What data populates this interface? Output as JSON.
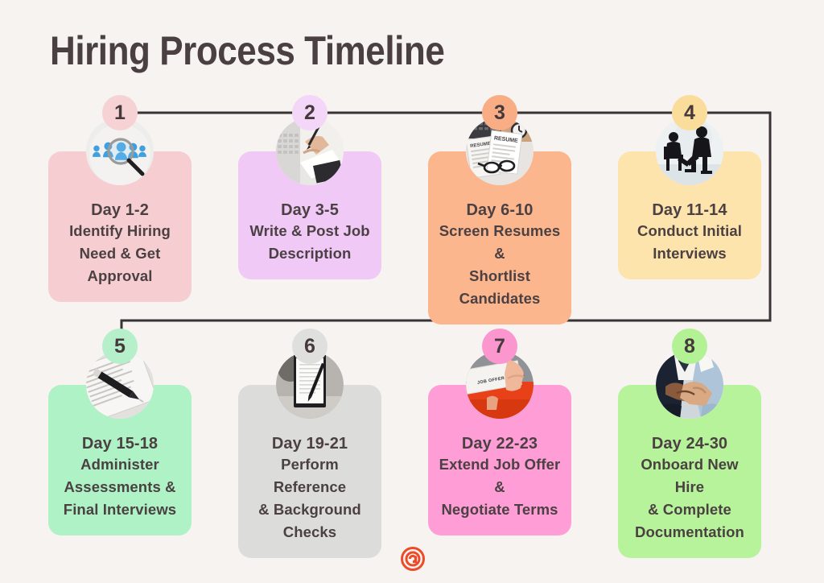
{
  "page": {
    "title": "Hiring Process Timeline",
    "background_color": "#f7f3f0",
    "text_color": "#4b4042",
    "connector_color": "#3a3335"
  },
  "logo": {
    "name": "circular-target-logo",
    "color": "#ef4a28"
  },
  "steps": [
    {
      "number": "1",
      "day": "Day 1-2",
      "description": "Identify Hiring\nNeed & Get\nApproval",
      "desc_lines": [
        "Identify Hiring",
        "Need & Get",
        "Approval"
      ],
      "card_color": "#f6ced2",
      "badge_color": "#f6d2d5",
      "icon": "magnifier-over-people-icon",
      "row": 1
    },
    {
      "number": "2",
      "day": "Day 3-5",
      "description": "Write & Post Job\nDescription",
      "desc_lines": [
        "Write & Post Job",
        "Description"
      ],
      "card_color": "#f0c9f7",
      "badge_color": "#f3d6f8",
      "icon": "hand-writing-notes-icon",
      "row": 1
    },
    {
      "number": "3",
      "day": "Day 6-10",
      "description": "Screen Resumes &\nShortlist\nCandidates",
      "desc_lines": [
        "Screen Resumes &",
        "Shortlist",
        "Candidates"
      ],
      "card_color": "#fbb68e",
      "badge_color": "#f9ad84",
      "icon": "resumes-with-glasses-icon",
      "row": 1
    },
    {
      "number": "4",
      "day": "Day 11-14",
      "description": "Conduct Initial\nInterviews",
      "desc_lines": [
        "Conduct Initial",
        "Interviews"
      ],
      "card_color": "#fce4ac",
      "badge_color": "#fbdd9b",
      "icon": "interview-silhouettes-icon",
      "row": 1
    },
    {
      "number": "5",
      "day": "Day 15-18",
      "description": "Administer\nAssessments &\nFinal Interviews",
      "desc_lines": [
        "Administer",
        "Assessments &",
        "Final Interviews"
      ],
      "card_color": "#aef2c6",
      "badge_color": "#b5f0ca",
      "icon": "pen-on-document-icon",
      "row": 2
    },
    {
      "number": "6",
      "day": "Day 19-21",
      "description": "Perform Reference\n& Background\nChecks",
      "desc_lines": [
        "Perform Reference",
        "& Background",
        "Checks"
      ],
      "card_color": "#dcdcda",
      "badge_color": "#dfdfdd",
      "icon": "clipboard-with-pen-icon",
      "row": 2
    },
    {
      "number": "7",
      "day": "Day 22-23",
      "description": "Extend Job Offer &\nNegotiate Terms",
      "desc_lines": [
        "Extend Job Offer &",
        "Negotiate Terms"
      ],
      "card_color": "#ff9ed6",
      "badge_color": "#fb96cf",
      "icon": "job-offer-letter-icon",
      "row": 2
    },
    {
      "number": "8",
      "day": "Day 24-30",
      "description": "Onboard New Hire\n& Complete\nDocumentation",
      "desc_lines": [
        "Onboard New Hire",
        "& Complete",
        "Documentation"
      ],
      "card_color": "#b6f39a",
      "badge_color": "#b3f195",
      "icon": "handshake-icon",
      "row": 2
    }
  ]
}
